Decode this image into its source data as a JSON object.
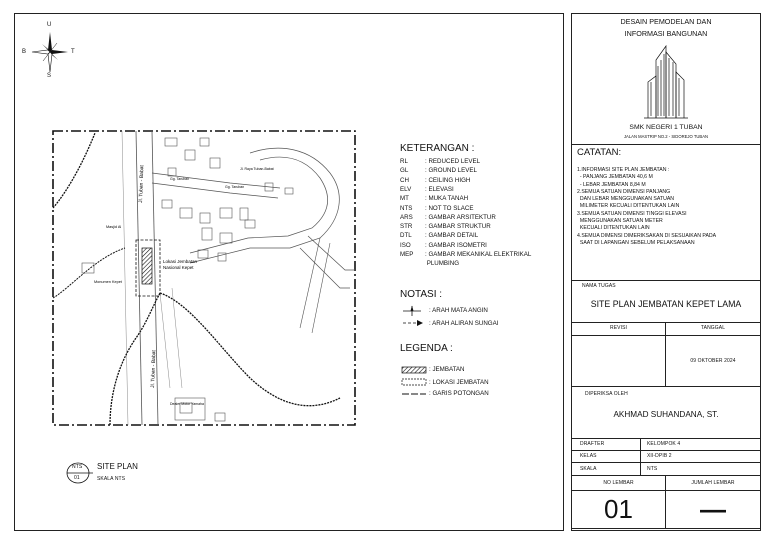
{
  "compass": {
    "n": "U",
    "s": "S",
    "w": "B",
    "e": "T"
  },
  "map": {
    "road_top": "Jl. Tuban - Babat",
    "road_bottom": "Jl. Tuban - Babat",
    "site_label_line1": "Lokasi Jembatan",
    "site_label_line2": "Nasional Kepet",
    "monument_label": "Monumen Kepet",
    "mosque_label": "Masjid Al",
    "street1": "Gg. Taruban",
    "street2": "Gg. Taruban",
    "street3": "Jl. Raya Tuban-Babat",
    "bottom_label": "Dealer Motor Yamaha"
  },
  "keterangan": {
    "title": "KETERANGAN :",
    "items": [
      {
        "k": "RL",
        "v": ": REDUCED LEVEL"
      },
      {
        "k": "GL",
        "v": ": GROUND LEVEL"
      },
      {
        "k": "CH",
        "v": ": CEILING HIGH"
      },
      {
        "k": "ELV",
        "v": ": ELEVASI"
      },
      {
        "k": "MT",
        "v": ": MUKA TANAH"
      },
      {
        "k": "NTS",
        "v": ": NOT TO SLACE"
      },
      {
        "k": "ARS",
        "v": ": GAMBAR ARSITEKTUR"
      },
      {
        "k": "STR",
        "v": ": GAMBAR STRUKTUR"
      },
      {
        "k": "DTL",
        "v": ": GAMBAR DETAIL"
      },
      {
        "k": "ISO",
        "v": ": GAMBAR ISOMETRI"
      },
      {
        "k": "MEP",
        "v": ": GAMBAR MEKANIKAL ELEKTRIKAL"
      },
      {
        "k": "",
        "v": "  PLUMBING"
      }
    ]
  },
  "notasi": {
    "title": "NOTASI :",
    "wind": ": ARAH MATA ANGIN",
    "river": ": ARAH ALIRAN SUNGAI"
  },
  "legenda": {
    "title": "LEGENDA :",
    "bridge": ": JEMBATAN",
    "location": ": LOKASI JEMBATAN",
    "cut": ": GARIS POTONGAN"
  },
  "caption": {
    "tag_top": "NTS",
    "tag_bottom": "01",
    "title": "SITE PLAN",
    "subtitle": "SKALA NTS"
  },
  "titleblock": {
    "header_line1": "DESAIN PEMODELAN DAN",
    "header_line2": "INFORMASI BANGUNAN",
    "school": "SMK NEGERI 1 TUBAN",
    "address": "JALAN MASTRIP NO.2 - SIDOREJO TUBAN",
    "catatan_title": "CATATAN:",
    "catatan_lines": [
      "1.INFORMASI SITE PLAN JEMBATAN :",
      "  - PANJANG JEMBATAN 40,6 M",
      "  - LEBAR JEMBATAN 8,84 M",
      "2.SEMUA SATUAN DIMENSI PANJANG",
      "  DAN LEBAR MENGGUNAKAN SATUAN",
      "  MILIMETER KECUALI DITENTUKAN LAIN",
      "3.SEMUA SATUAN DIMENSI TINGGI ELEVASI",
      "  MENGGUNAKAN SATUAN METER",
      "  KECUALI DITENTUKAN LAIN",
      "4.SEMUA DIMENSI DIMERIKSAKAN DI SESUAIKAN PADA",
      "  SAAT DI LAPANGAN SEBELUM PELAKSANAAN"
    ],
    "nama_tugas_label": "NAMA TUGAS",
    "nama_tugas": "SITE PLAN JEMBATAN KEPET LAMA",
    "revisi_label": "REVISI",
    "tanggal_label": "TANGGAL",
    "tanggal": "09 OKTOBER 2024",
    "diperiksa_label": "DIPERIKSA OLEH",
    "diperiksa": "AKHMAD SUHANDANA, ST.",
    "rows": [
      {
        "label": "DRAFTER",
        "value": "KELOMPOK 4"
      },
      {
        "label": "KELAS",
        "value": "XII-DPIB 2"
      },
      {
        "label": "SKALA",
        "value": "NTS"
      }
    ],
    "no_lembar_label": "NO LEMBAR",
    "jumlah_lembar_label": "JUMLAH LEMBAR",
    "no_lembar": "01",
    "jumlah_lembar": "—"
  }
}
